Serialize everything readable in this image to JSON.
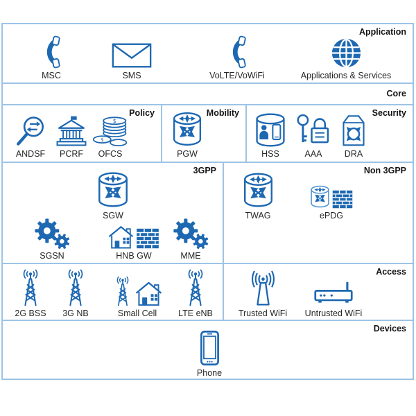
{
  "colors": {
    "icon_blue": "#1E68B2",
    "icon_blue_light": "#4E94D4",
    "border_blue": "#9DC3E6",
    "section_label_text": "#141414",
    "item_label_text": "#262626"
  },
  "sections": {
    "application": {
      "title": "Application",
      "items": [
        {
          "label": "MSC",
          "icon": "phone-handset-icon"
        },
        {
          "label": "SMS",
          "icon": "envelope-icon"
        },
        {
          "label": "VoLTE/VoWiFi",
          "icon": "phone-handset-icon"
        },
        {
          "label": "Applications & Services",
          "icon": "globe-icon"
        }
      ]
    },
    "core": {
      "title": "Core"
    },
    "policy": {
      "title": "Policy",
      "items": [
        {
          "label": "ANDSF",
          "icon": "magnifier-sync-icon"
        },
        {
          "label": "PCRF",
          "icon": "bank-icon"
        },
        {
          "label": "OFCS",
          "icon": "coins-icon"
        }
      ]
    },
    "mobility": {
      "title": "Mobility",
      "items": [
        {
          "label": "PGW",
          "icon": "router-cylinder-icon"
        }
      ]
    },
    "security": {
      "title": "Security",
      "items": [
        {
          "label": "HSS",
          "icon": "subscriber-database-icon"
        },
        {
          "label": "AAA",
          "icon": "key-lock-icon"
        },
        {
          "label": "DRA",
          "icon": "secure-router-icon"
        }
      ]
    },
    "threegpp": {
      "title": "3GPP",
      "items": [
        {
          "label": "SGW",
          "icon": "router-cylinder-icon"
        },
        {
          "label": "SGSN",
          "icon": "gears-icon"
        },
        {
          "label": "HNB GW",
          "icon": "house-firewall-icon"
        },
        {
          "label": "MME",
          "icon": "gears-icon"
        }
      ]
    },
    "non3gpp": {
      "title": "Non 3GPP",
      "items": [
        {
          "label": "TWAG",
          "icon": "router-cylinder-icon"
        },
        {
          "label": "ePDG",
          "icon": "router-firewall-icon"
        }
      ]
    },
    "access": {
      "title": "Access",
      "left_items": [
        {
          "label": "2G BSS",
          "icon": "radio-tower-icon"
        },
        {
          "label": "3G NB",
          "icon": "radio-tower-icon"
        },
        {
          "label": "Small Cell",
          "icon": "tower-house-icon"
        },
        {
          "label": "LTE eNB",
          "icon": "radio-tower-icon"
        }
      ],
      "right_items": [
        {
          "label": "Trusted WiFi",
          "icon": "wifi-mast-icon"
        },
        {
          "label": "Untrusted WiFi",
          "icon": "wifi-router-icon"
        }
      ]
    },
    "devices": {
      "title": "Devices",
      "items": [
        {
          "label": "Phone",
          "icon": "smartphone-icon"
        }
      ]
    }
  }
}
